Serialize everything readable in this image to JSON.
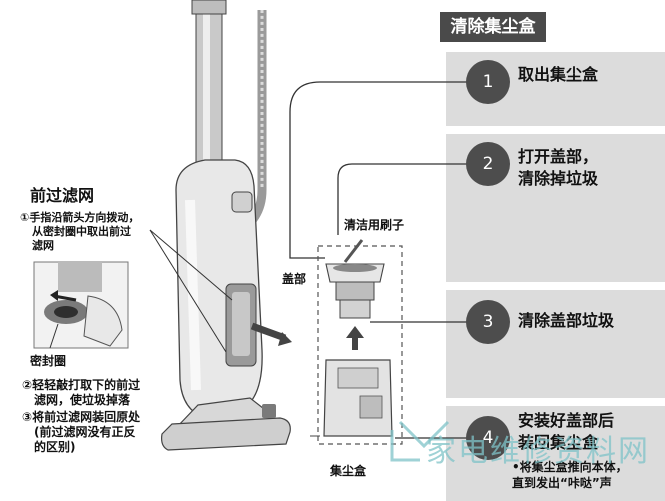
{
  "title": "清除集尘盒",
  "steps": [
    {
      "number": "1",
      "text": "取出集尘盒"
    },
    {
      "number": "2",
      "text_line1": "打开盖部，",
      "text_line2": "清除掉垃圾"
    },
    {
      "number": "3",
      "text": "清除盖部垃圾"
    },
    {
      "number": "4",
      "text_line1": "安装好盖部后",
      "text_line2": "装回集尘盒",
      "note_line1": "•将集尘盒推向本体，",
      "note_line2": "直到发出“咔哒”声"
    }
  ],
  "filter": {
    "heading": "前过滤网",
    "step1_line1": "①手指沿箭头方向拨动，",
    "step1_line2": "从密封圈中取出前过",
    "step1_line3": "滤网",
    "seal_label": "密封圈",
    "step2_line1": "②轻轻敲打取下的前过",
    "step2_line2": "滤网，使垃圾掉落",
    "step3_line1": "③将前过滤网装回原处",
    "step3_line2": "(前过滤网没有正反",
    "step3_line3": "的区别)"
  },
  "labels": {
    "brush": "清洁用刷子",
    "lid": "盖部",
    "dust_box": "集尘盒"
  },
  "watermark": "家电维修资料网"
}
